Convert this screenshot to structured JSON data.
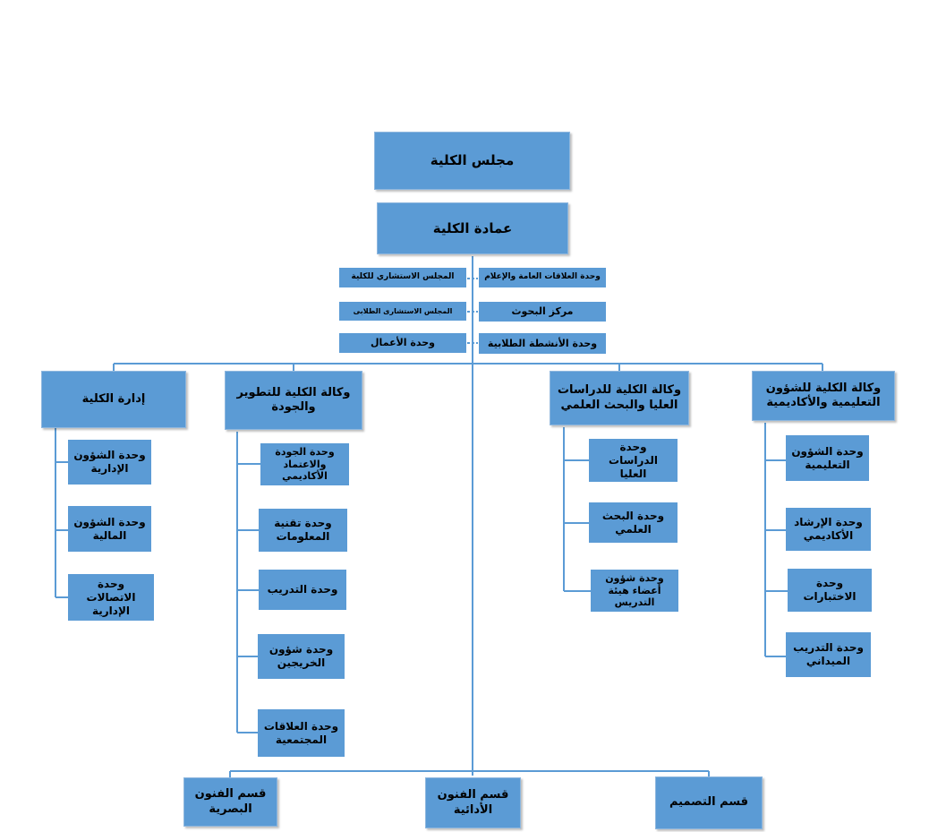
{
  "council": "مجلس الكلية",
  "deanship": "عمادة الكلية",
  "staff": {
    "advisory_council": "المجلس الاستشاري للكلية",
    "student_advisory": "المجلس الاستشارى الطلابى",
    "business_unit": "وحدة الأعمال",
    "pr_media": "وحدة العلاقات العامة والإعلام",
    "research_center": "مركز البحوث",
    "student_activities": "وحدة الأنشطة الطلابية"
  },
  "admin": {
    "title": "إدارة الكلية",
    "units": [
      "وحدة الشؤون الإدارية",
      "وحدة الشؤون المالية",
      "وحدة الاتصالات الإدارية"
    ]
  },
  "development": {
    "title": "وكالة الكلية للتطوير والجودة",
    "units": [
      "وحدة الجودة والاعتماد الأكاديمي",
      "وحدة تقنية المعلومات",
      "وحدة التدريب",
      "وحدة شؤون الخريجين",
      "وحدة العلاقات المجتمعية"
    ]
  },
  "graduate": {
    "title": "وكالة الكلية للدراسات العليا والبحث العلمي",
    "units": [
      "وحدة الدراسات العليا",
      "وحدة البحث العلمي",
      "وحدة شؤون أعضاء هيئة التدريس"
    ]
  },
  "academic": {
    "title": "وكالة الكلية للشؤون التعليمية والأكاديمية",
    "units": [
      "وحدة الشؤون التعليمية",
      "وحدة الإرشاد الأكاديمي",
      "وحدة الاختبارات",
      "وحدة التدريب الميداني"
    ]
  },
  "departments": [
    "قسم الفنون البصرية",
    "قسم الفنون الأدائية",
    "قسم التصميم"
  ]
}
